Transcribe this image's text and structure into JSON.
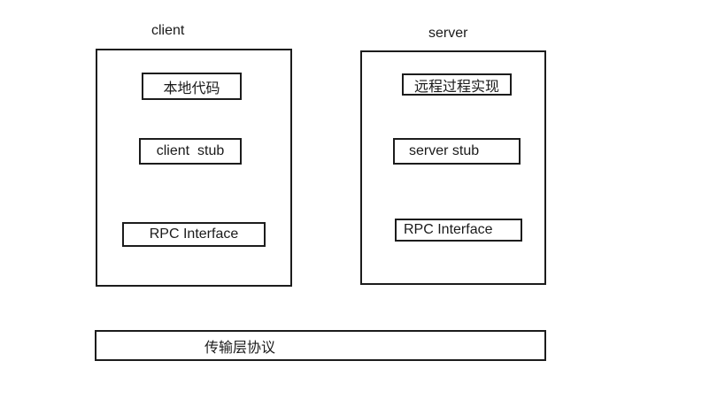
{
  "diagram": {
    "client": {
      "title": "client",
      "boxes": {
        "local_code": "本地代码",
        "stub": "client  stub",
        "rpc_interface": "RPC Interface"
      }
    },
    "server": {
      "title": "server",
      "boxes": {
        "remote_impl": "远程过程实现",
        "stub": "server stub",
        "rpc_interface": "RPC Interface"
      }
    },
    "transport": {
      "label": "传输层协议"
    },
    "colors": {
      "line": "#1c1c1c",
      "text": "#1a1a1a",
      "background": "#ffffff"
    }
  }
}
